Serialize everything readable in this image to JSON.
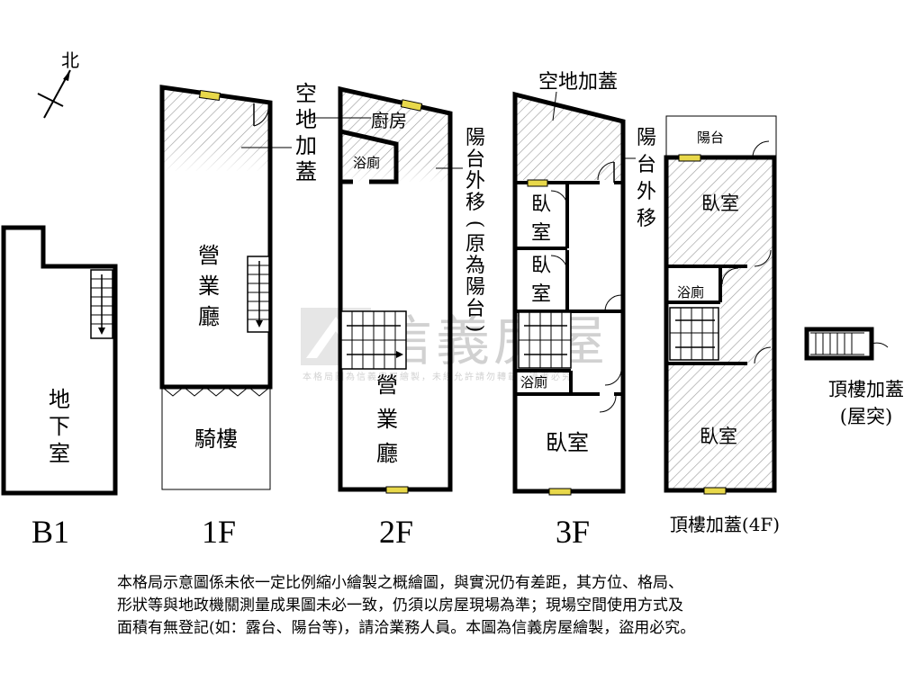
{
  "compass": {
    "north": "北"
  },
  "floors": {
    "b1": {
      "label": "B1",
      "room": "地下室"
    },
    "f1": {
      "label": "1F",
      "hall": "營業廳",
      "arcade": "騎樓",
      "note": "空地加蓋"
    },
    "f2": {
      "label": "2F",
      "kitchen": "廚房",
      "bath": "浴廁",
      "hall": "營業廳",
      "note": "陽台外移(原為陽台)"
    },
    "f3": {
      "label": "3F",
      "note_top": "空地加蓋",
      "note_side": "陽台外移",
      "bedroom_a": "臥室",
      "bedroom_b": "臥室",
      "bath": "浴廁",
      "bedroom_main": "臥室"
    },
    "f4": {
      "label": "頂樓加蓋(4F)",
      "balcony": "陽台",
      "bedroom_top": "臥室",
      "bath": "浴廁",
      "bedroom_bottom": "臥室"
    },
    "roof": {
      "label_line1": "頂樓加蓋",
      "label_line2": "(屋突)"
    }
  },
  "watermark": {
    "brand": "信義房屋",
    "notice": "本格局圖為信義房屋繪製，未經允許請勿轉載，違者必究"
  },
  "disclaimer": [
    "本格局示意圖係未依一定比例縮小繪製之概繪圖，與實況仍有差距，其方位、格局、",
    "形狀等與地政機關測量成果圖未必一致，仍須以房屋現場為準；現場空間使用方式及",
    "面積有無登記(如：露台、陽台等)，請洽業務人員。本圖為信義房屋繪製，盜用必究。"
  ],
  "colors": {
    "wall": "#000000",
    "window": "#e8d84a",
    "hatch": "#999999",
    "watermark": "#cccccc"
  }
}
